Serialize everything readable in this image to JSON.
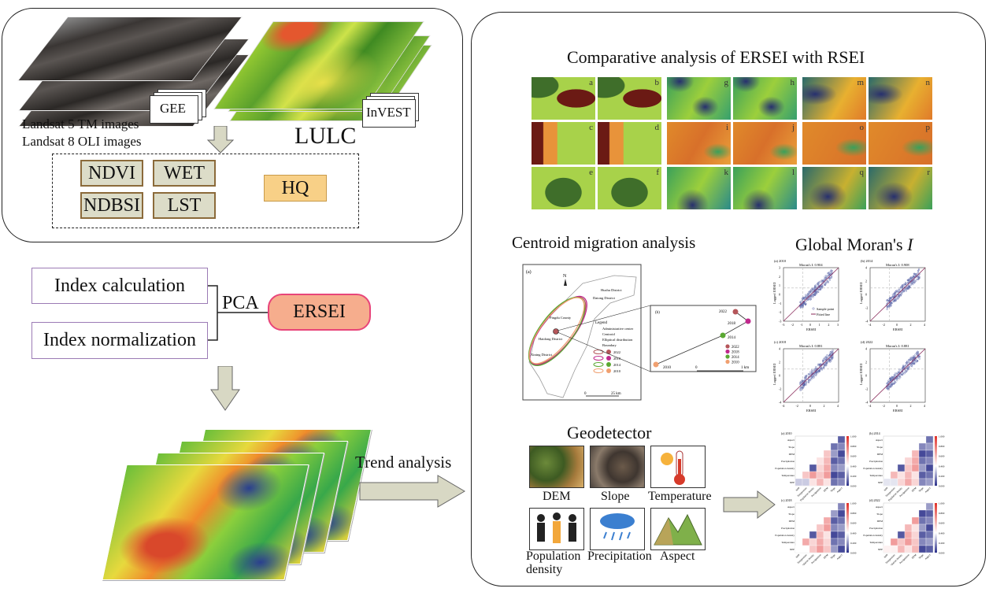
{
  "data_acquisition": {
    "landsat_lines": [
      "Landsat 5 TM images",
      "Landsat 8 OLI images"
    ],
    "gee_label": "GEE",
    "lulc_label": "LULC",
    "invest_label": "InVEST",
    "indices": [
      "NDVI",
      "WET",
      "NDBSI",
      "LST"
    ],
    "hq_label": "HQ"
  },
  "construction": {
    "index_calculation": "Index calculation",
    "index_normalization": "Index normalization",
    "pca_label": "PCA",
    "ersei_label": "ERSEI"
  },
  "trend": {
    "label": "Trend analysis"
  },
  "comparative": {
    "title": "Comparative analysis of ERSEI with RSEI",
    "panels": [
      "a",
      "b",
      "g",
      "h",
      "m",
      "n",
      "c",
      "d",
      "i",
      "j",
      "o",
      "p",
      "e",
      "f",
      "k",
      "l",
      "q",
      "r"
    ]
  },
  "centroid": {
    "title": "Centroid migration analysis",
    "panel_a": "(a)",
    "panel_b": "(b)",
    "north": "N",
    "places": [
      "Huzhu District",
      "Datong District",
      "Pingdu County",
      "Haidong District",
      "Xining District"
    ],
    "legend_title": "Legend",
    "legend_items": [
      "Administrative center",
      "Centroid",
      "Elliptical distribution",
      "Boundary"
    ],
    "years": [
      "2022",
      "2018",
      "2014",
      "2010"
    ],
    "year_colors": [
      "#b5565a",
      "#c0288c",
      "#5aa832",
      "#f0a070"
    ],
    "scale_a": [
      "0",
      "25 km"
    ],
    "scale_b": [
      "0",
      "1 km"
    ]
  },
  "moran": {
    "title_prefix": "Global Moran's ",
    "title_italic": "I",
    "xlabel": "ERSEI",
    "ylabel": "Lagged ERSEI",
    "legend": [
      "Sample point",
      "Fitted line"
    ],
    "plots": [
      {
        "label": "(a) 2010",
        "stat": "Moran's I: 0.904",
        "ticks": [
          "-3",
          "-2",
          "-1",
          "0",
          "1",
          "2",
          "3"
        ]
      },
      {
        "label": "(b) 2014",
        "stat": "Moran's I: 0.908",
        "ticks": [
          "-4",
          "-2",
          "0",
          "2",
          "4"
        ]
      },
      {
        "label": "(c) 2018",
        "stat": "Moran's I: 0.881",
        "ticks": [
          "-4",
          "-2",
          "0",
          "2",
          "4"
        ]
      },
      {
        "label": "(d) 2022",
        "stat": "Moran's I: 0.881",
        "ticks": [
          "-4",
          "-2",
          "0",
          "2",
          "4"
        ]
      }
    ]
  },
  "geodetector": {
    "title": "Geodetector",
    "factors": [
      "DEM",
      "Slope",
      "Temperature",
      "Population density",
      "Precipitation",
      "Aspect"
    ],
    "heatmap_titles": [
      "(a) 2010",
      "(b) 2014",
      "(c) 2018",
      "(d) 2022"
    ],
    "variables": [
      "NPP",
      "Temperature",
      "Population density",
      "Precipitation",
      "DEM",
      "Slope",
      "Aspect"
    ],
    "colorbar_ticks": [
      "1.000",
      "0.800",
      "0.600",
      "0.400",
      "0.200",
      "0.000"
    ]
  }
}
